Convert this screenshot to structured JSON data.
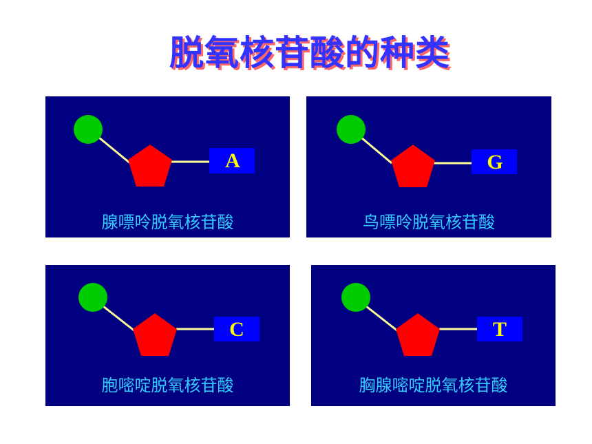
{
  "title": "脱氧核苷酸的种类",
  "colors": {
    "background": "#ffffff",
    "panel": "#000080",
    "title_text": "#3333ff",
    "title_shadow": "#ff6666",
    "phosphate": "#00cc00",
    "sugar": "#ff0000",
    "bond": "#ffff99",
    "base_box": "#0000ff",
    "base_letter": "#ffff00",
    "label": "#33ccff"
  },
  "icons": {
    "phosphate": "green-circle-icon",
    "sugar": "red-pentagon-icon",
    "base": "blue-rectangle-icon"
  },
  "panels": [
    {
      "base_letter": "A",
      "label": "腺嘌呤脱氧核苷酸"
    },
    {
      "base_letter": "G",
      "label": "鸟嘌呤脱氧核苷酸"
    },
    {
      "base_letter": "C",
      "label": "胞嘧啶脱氧核苷酸"
    },
    {
      "base_letter": "T",
      "label": "胸腺嘧啶脱氧核苷酸"
    }
  ]
}
